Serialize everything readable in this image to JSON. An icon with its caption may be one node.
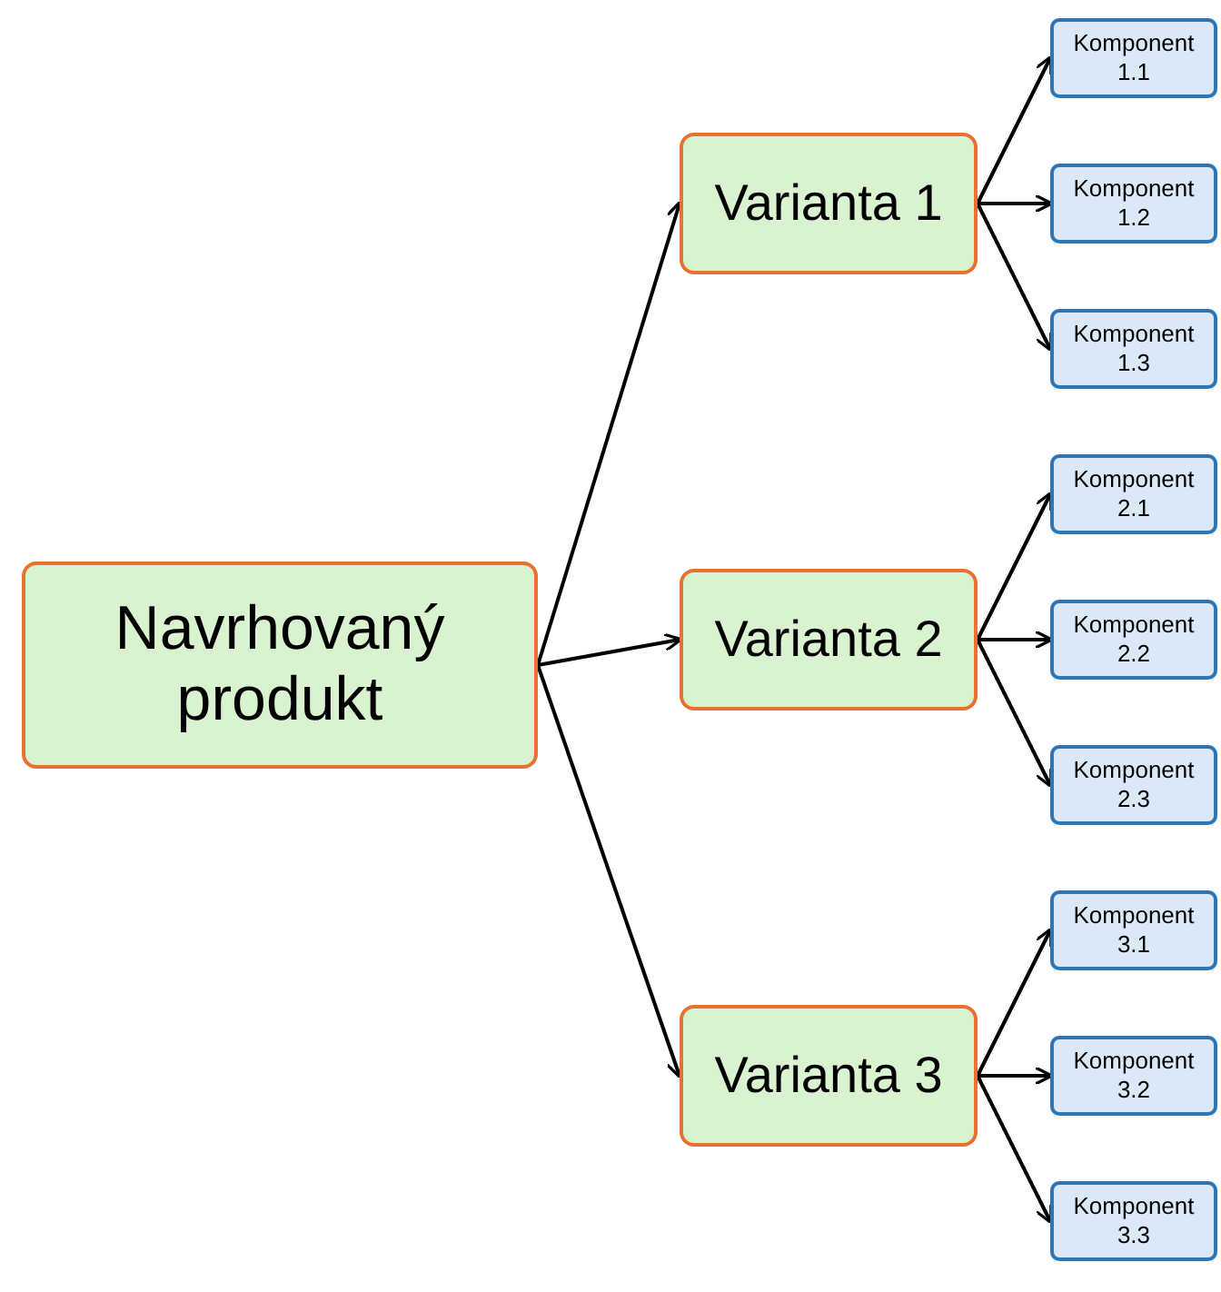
{
  "diagram": {
    "nodes": [
      {
        "text": [
          "Navrhovaný produkt"
        ]
      },
      {
        "text": [
          "Varianta 1"
        ]
      },
      {
        "text": [
          "Varianta 2"
        ]
      },
      {
        "text": [
          "Varianta 3"
        ]
      },
      {
        "text": [
          "Komponent 1.1"
        ]
      },
      {
        "text": [
          "Komponent 1.2"
        ]
      },
      {
        "text": [
          "Komponent 1.3"
        ]
      },
      {
        "text": [
          "Komponent 2.1"
        ]
      },
      {
        "text": [
          "Komponent 2.2"
        ]
      },
      {
        "text": [
          "Komponent 2.3"
        ]
      },
      {
        "text": [
          "Komponent 3.1"
        ]
      },
      {
        "text": [
          "Komponent 3.2"
        ]
      },
      {
        "text": [
          "Komponent 3.3"
        ]
      }
    ],
    "edges": [
      {
        "from": 0,
        "to": 1,
        "arrow": "to"
      },
      {
        "from": 0,
        "to": 2,
        "arrow": "to"
      },
      {
        "from": 0,
        "to": 3,
        "arrow": "to"
      },
      {
        "from": 1,
        "to": 4,
        "arrow": "to"
      },
      {
        "from": 1,
        "to": 5,
        "arrow": "to"
      },
      {
        "from": 1,
        "to": 6,
        "arrow": "to"
      },
      {
        "from": 2,
        "to": 7,
        "arrow": "to"
      },
      {
        "from": 2,
        "to": 8,
        "arrow": "to"
      },
      {
        "from": 2,
        "to": 9,
        "arrow": "to"
      },
      {
        "from": 3,
        "to": 10,
        "arrow": "to"
      },
      {
        "from": 3,
        "to": 11,
        "arrow": "to"
      },
      {
        "from": 3,
        "to": 12,
        "arrow": "to"
      }
    ]
  }
}
